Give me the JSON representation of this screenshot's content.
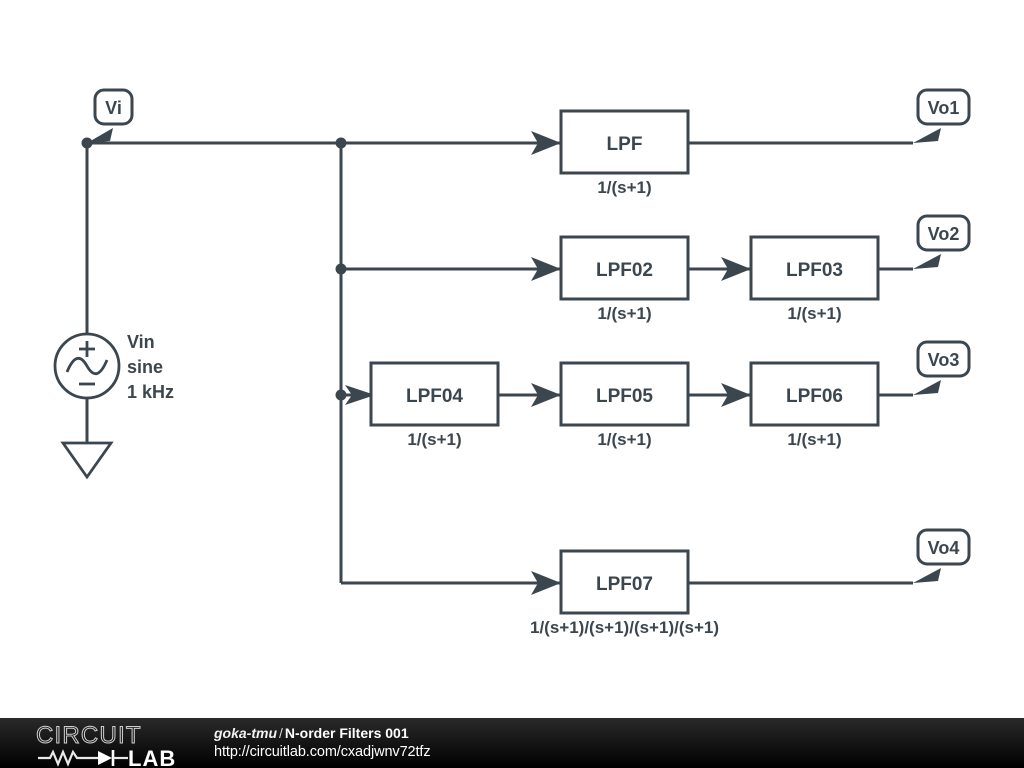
{
  "schematic": {
    "stroke_color": "#3c464e",
    "background_color": "#ffffff",
    "source": {
      "symbol": "ac-voltage-source",
      "name": "Vin",
      "type": "sine",
      "frequency": "1 kHz",
      "plus_sign": "+",
      "minus_sign": "−",
      "ground": "ground-symbol"
    },
    "node_labels": [
      {
        "id": "vi",
        "text": "Vi"
      },
      {
        "id": "vo1",
        "text": "Vo1"
      },
      {
        "id": "vo2",
        "text": "Vo2"
      },
      {
        "id": "vo3",
        "text": "Vo3"
      },
      {
        "id": "vo4",
        "text": "Vo4"
      }
    ],
    "blocks": [
      {
        "id": "lpf",
        "label": "LPF",
        "transfer": "1/(s+1)",
        "row": 1
      },
      {
        "id": "lpf02",
        "label": "LPF02",
        "transfer": "1/(s+1)",
        "row": 2
      },
      {
        "id": "lpf03",
        "label": "LPF03",
        "transfer": "1/(s+1)",
        "row": 2
      },
      {
        "id": "lpf04",
        "label": "LPF04",
        "transfer": "1/(s+1)",
        "row": 3
      },
      {
        "id": "lpf05",
        "label": "LPF05",
        "transfer": "1/(s+1)",
        "row": 3
      },
      {
        "id": "lpf06",
        "label": "LPF06",
        "transfer": "1/(s+1)",
        "row": 3
      },
      {
        "id": "lpf07",
        "label": "LPF07",
        "transfer": "1/(s+1)/(s+1)/(s+1)/(s+1)",
        "row": 4
      }
    ]
  },
  "footer": {
    "logo_top": "CIRCUIT",
    "logo_bottom": "LAB",
    "author": "goka-tmu",
    "separator": "/",
    "title": "N-order Filters 001",
    "url": "http://circuitlab.com/cxadjwnv72tfz"
  }
}
